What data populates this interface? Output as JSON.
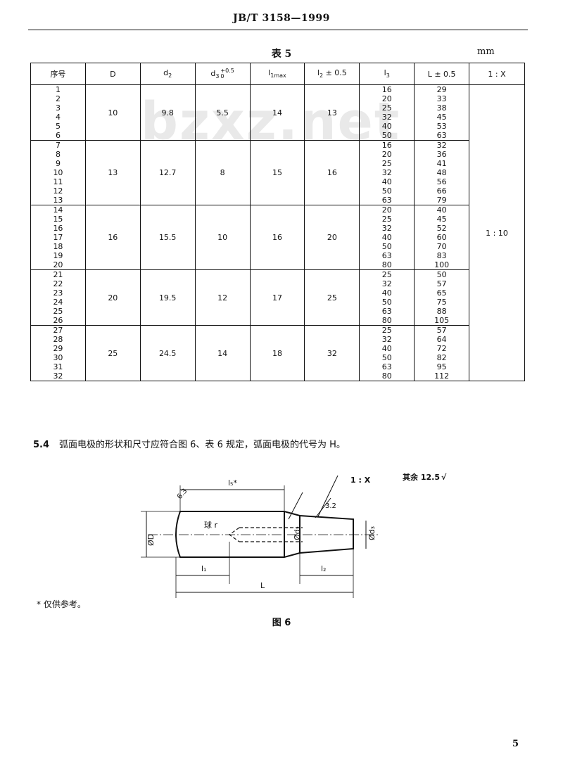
{
  "header": {
    "doc_code": "JB/T 3158—1999"
  },
  "table": {
    "title": "表 5",
    "unit": "mm",
    "columns": {
      "seq": "序号",
      "D": "D",
      "d2": "d",
      "d2_sub": "2",
      "d3": "d",
      "d3_sub": "3",
      "d3_tol_upper": "+0.5",
      "d3_tol_lower": "0",
      "l1": "l",
      "l1_sub": "1max",
      "l2": "l",
      "l2_sub": "2",
      "l2_tol": " ± 0.5",
      "l3": "l",
      "l3_sub": "3",
      "L": "L ± 0.5",
      "ratio": "1 : X"
    },
    "ratio_value": "1 : 10",
    "groups": [
      {
        "seq": [
          "1",
          "2",
          "3",
          "4",
          "5",
          "6"
        ],
        "D": "10",
        "d2": "9.8",
        "d3": "5.5",
        "l1": "14",
        "l2": "13",
        "l3": [
          "16",
          "20",
          "25",
          "32",
          "40",
          "50"
        ],
        "L": [
          "29",
          "33",
          "38",
          "45",
          "53",
          "63"
        ]
      },
      {
        "seq": [
          "7",
          "8",
          "9",
          "10",
          "11",
          "12",
          "13"
        ],
        "D": "13",
        "d2": "12.7",
        "d3": "8",
        "l1": "15",
        "l2": "16",
        "l3": [
          "16",
          "20",
          "25",
          "32",
          "40",
          "50",
          "63"
        ],
        "L": [
          "32",
          "36",
          "41",
          "48",
          "56",
          "66",
          "79"
        ]
      },
      {
        "seq": [
          "14",
          "15",
          "16",
          "17",
          "18",
          "19",
          "20"
        ],
        "D": "16",
        "d2": "15.5",
        "d3": "10",
        "l1": "16",
        "l2": "20",
        "l3": [
          "20",
          "25",
          "32",
          "40",
          "50",
          "63",
          "80"
        ],
        "L": [
          "40",
          "45",
          "52",
          "60",
          "70",
          "83",
          "100"
        ]
      },
      {
        "seq": [
          "21",
          "22",
          "23",
          "24",
          "25",
          "26"
        ],
        "D": "20",
        "d2": "19.5",
        "d3": "12",
        "l1": "17",
        "l2": "25",
        "l3": [
          "25",
          "32",
          "40",
          "50",
          "63",
          "80"
        ],
        "L": [
          "50",
          "57",
          "65",
          "75",
          "88",
          "105"
        ]
      },
      {
        "seq": [
          "27",
          "28",
          "29",
          "30",
          "31",
          "32"
        ],
        "D": "25",
        "d2": "24.5",
        "d3": "14",
        "l1": "18",
        "l2": "32",
        "l3": [
          "25",
          "32",
          "40",
          "50",
          "63",
          "80"
        ],
        "L": [
          "57",
          "64",
          "72",
          "82",
          "95",
          "112"
        ]
      }
    ]
  },
  "section": {
    "number": "5.4",
    "text": "弧面电极的形状和尺寸应符合图 6、表 6 规定，弧面电极的代号为 H。"
  },
  "figure": {
    "label_l5": "l₅*",
    "label_taper": "1 : X",
    "label_roughness_rest": "其余",
    "label_roughness_value": "12.5",
    "label_roughness_63": "6.3",
    "label_roughness_32": "3.2",
    "label_ball": "球 r",
    "label_phiD": "ØD",
    "label_phid2": "Ød₂",
    "label_phid3": "Ød₃",
    "label_l1": "l₁",
    "label_l2": "l₂",
    "label_L": "L"
  },
  "note": "* 仅供参考。",
  "figure_caption": "图 6",
  "page_number": "5",
  "watermark": "bzxz.net"
}
